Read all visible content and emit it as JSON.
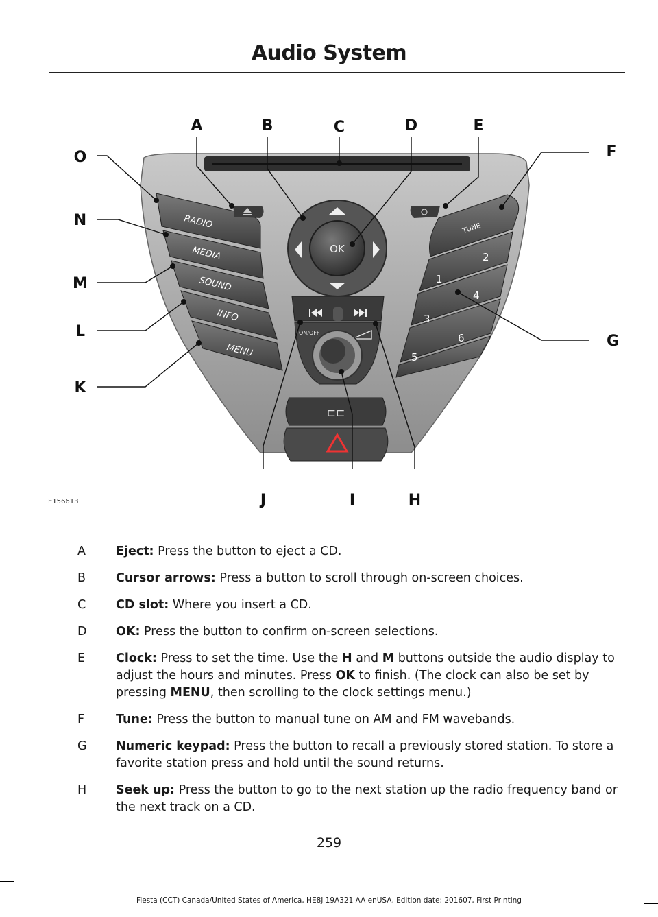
{
  "header": {
    "title": "Audio System"
  },
  "figure": {
    "id": "E156613",
    "callouts": [
      "A",
      "B",
      "C",
      "D",
      "E",
      "F",
      "G",
      "H",
      "I",
      "J",
      "K",
      "L",
      "M",
      "N",
      "O"
    ],
    "left_buttons": [
      "RADIO",
      "MEDIA",
      "SOUND",
      "INFO",
      "MENU"
    ],
    "center": {
      "ok": "OK",
      "on_off": "ON/OFF"
    },
    "right": {
      "tune": "TUNE",
      "keys": [
        "1",
        "2",
        "3",
        "4",
        "5",
        "6"
      ]
    }
  },
  "items": [
    {
      "letter": "A",
      "term": "Eject:",
      "text": " Press the button to eject a CD."
    },
    {
      "letter": "B",
      "term": "Cursor arrows:",
      "text": " Press a button to scroll through on-screen choices."
    },
    {
      "letter": "C",
      "term": "CD slot:",
      "text": " Where you insert a CD."
    },
    {
      "letter": "D",
      "term": "OK:",
      "text": " Press the button to confirm on-screen selections."
    },
    {
      "letter": "E",
      "term": "Clock:",
      "text": " Press to set the time. Use the ",
      "b1": "H",
      "t2": " and ",
      "b2": "M",
      "t3": " buttons outside the audio display to adjust the hours and minutes. Press ",
      "b3": "OK",
      "t4": " to finish. (The clock can also be set by pressing ",
      "b4": "MENU",
      "t5": ", then scrolling to the clock settings menu.)"
    },
    {
      "letter": "F",
      "term": "Tune:",
      "text": " Press the button to manual tune on AM and FM wavebands."
    },
    {
      "letter": "G",
      "term": "Numeric keypad:",
      "text": " Press the button to recall a previously stored station. To store a favorite station press and hold until the sound returns."
    },
    {
      "letter": "H",
      "term": "Seek up:",
      "text": " Press the button to go to the next station up the radio frequency band or the next track on a CD."
    }
  ],
  "page_number": "259",
  "footer": "Fiesta (CCT) Canada/United States of America, HE8J 19A321 AA enUSA, Edition date: 201607, First Printing"
}
